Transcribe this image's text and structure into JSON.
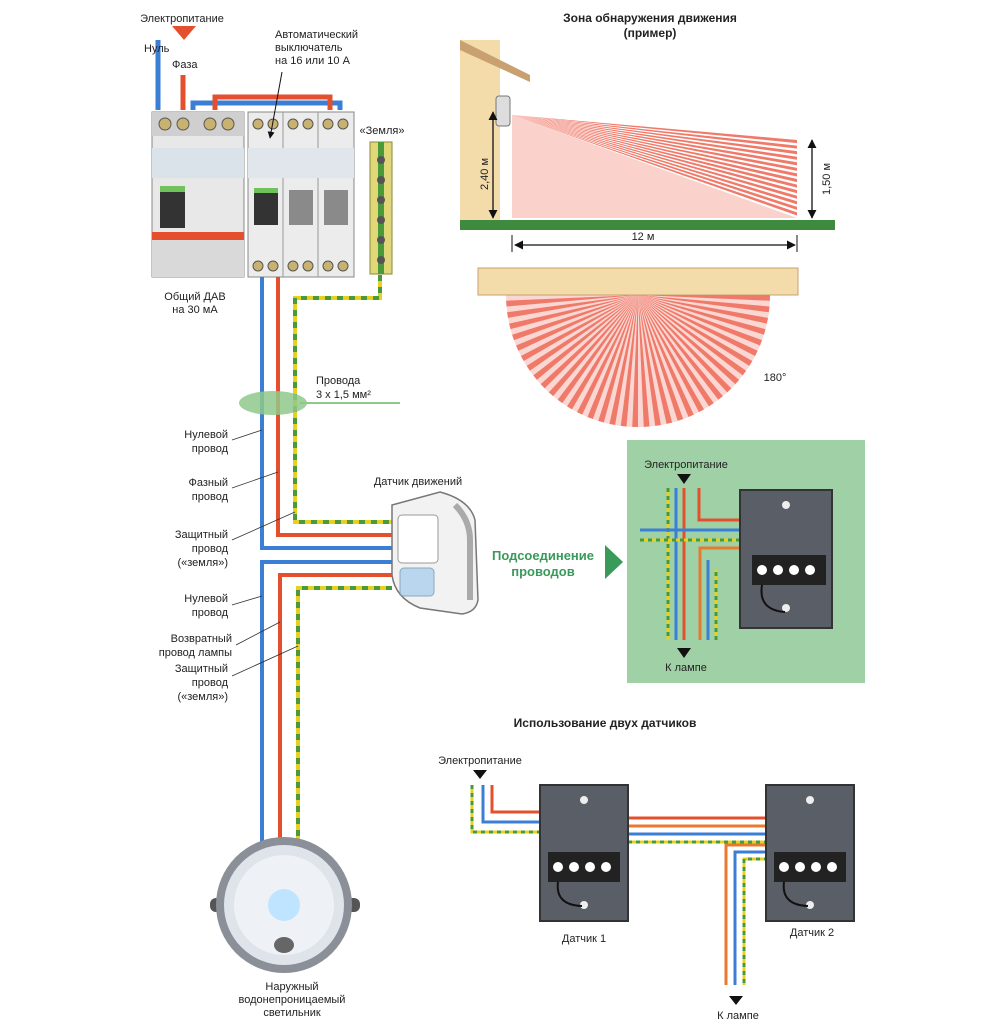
{
  "colors": {
    "phase": "#e4502e",
    "neutral": "#3b7fd4",
    "ground_yellow": "#e8d020",
    "ground_green": "#4a9a3a",
    "zone_ray": "#f07a6a",
    "panel_green": "#9fd0a6",
    "box_dark": "#5a5e66",
    "beam_wood": "#f3dcaa"
  },
  "icons": [
    "circuit-breaker-icon",
    "ground-bus-icon",
    "motion-sensor-icon",
    "junction-box-icon",
    "outdoor-lamp-icon",
    "arrow-down-icon",
    "arrow-right-icon"
  ],
  "labels": {
    "power_supply": "Электропитание",
    "neutral_short": "Нуль",
    "phase_short": "Фаза",
    "auto_breaker": [
      "Автоматический",
      "выключатель",
      "на 16 или 10 А"
    ],
    "ground_bus": "«Земля»",
    "rcd": [
      "Общий ДАВ",
      "на 30 мА"
    ],
    "wires": [
      "Провода",
      "3 х 1,5 мм²"
    ],
    "neutral_wire": [
      "Нулевой",
      "провод"
    ],
    "phase_wire": [
      "Фазный",
      "провод"
    ],
    "ground_wire": [
      "Защитный",
      "провод",
      "(«земля»)"
    ],
    "neutral_wire2": [
      "Нулевой",
      "провод"
    ],
    "return_wire": [
      "Возвратный",
      "провод лампы"
    ],
    "ground_wire2": [
      "Защитный",
      "провод",
      "(«земля»)"
    ],
    "sensor": "Датчик движений",
    "lamp": [
      "Наружный",
      "водонепроницаемый",
      "светильник"
    ],
    "zone_title": [
      "Зона обнаружения движения",
      "(пример)"
    ],
    "height_mount": "2,40 м",
    "height_far": "1,50 м",
    "distance": "12 м",
    "angle": "180°",
    "connection": [
      "Подсоединение",
      "проводов"
    ],
    "panel_power": "Электропитание",
    "panel_lamp": "К лампе",
    "two_sensors_title": "Использование двух датчиков",
    "two_power": "Электропитание",
    "sensor1": "Датчик 1",
    "sensor2": "Датчик 2",
    "two_lamp": "К лампе"
  }
}
